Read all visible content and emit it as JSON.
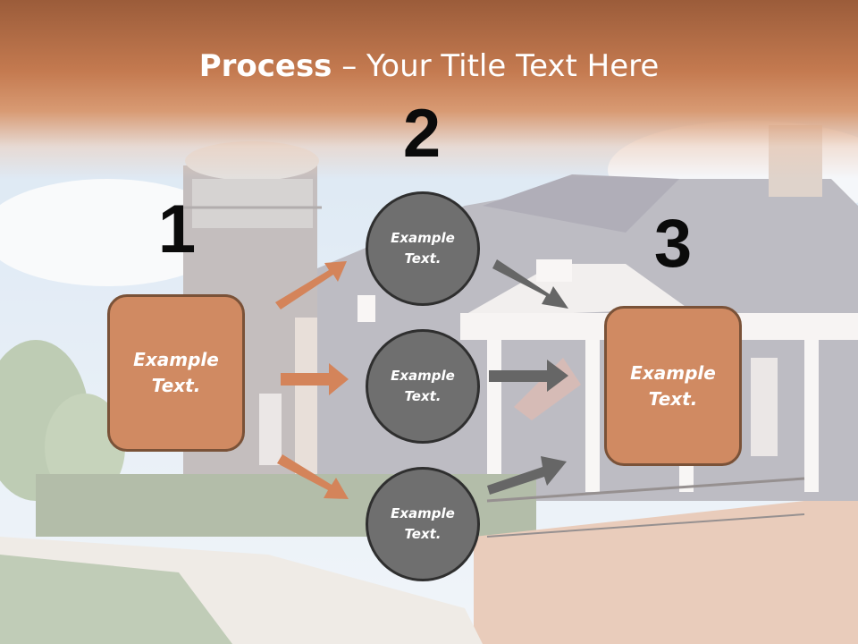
{
  "title": {
    "strong": "Process",
    "rest": " – Your Title Text Here"
  },
  "steps": {
    "one": {
      "number": "1",
      "text": "Example\nText."
    },
    "two": {
      "number": "2"
    },
    "three": {
      "number": "3",
      "text": "Example\nText."
    }
  },
  "circles": [
    {
      "text": "Example\nText."
    },
    {
      "text": "Example\nText."
    },
    {
      "text": "Example\nText."
    }
  ],
  "colors": {
    "header": "#c47a50",
    "box_fill": "#d08a62",
    "box_border": "#7a5238",
    "circle_fill": "#6f6f6f",
    "circle_border": "#2f2f2f",
    "arrow_orange": "#d4845a",
    "arrow_gray": "#666666"
  }
}
